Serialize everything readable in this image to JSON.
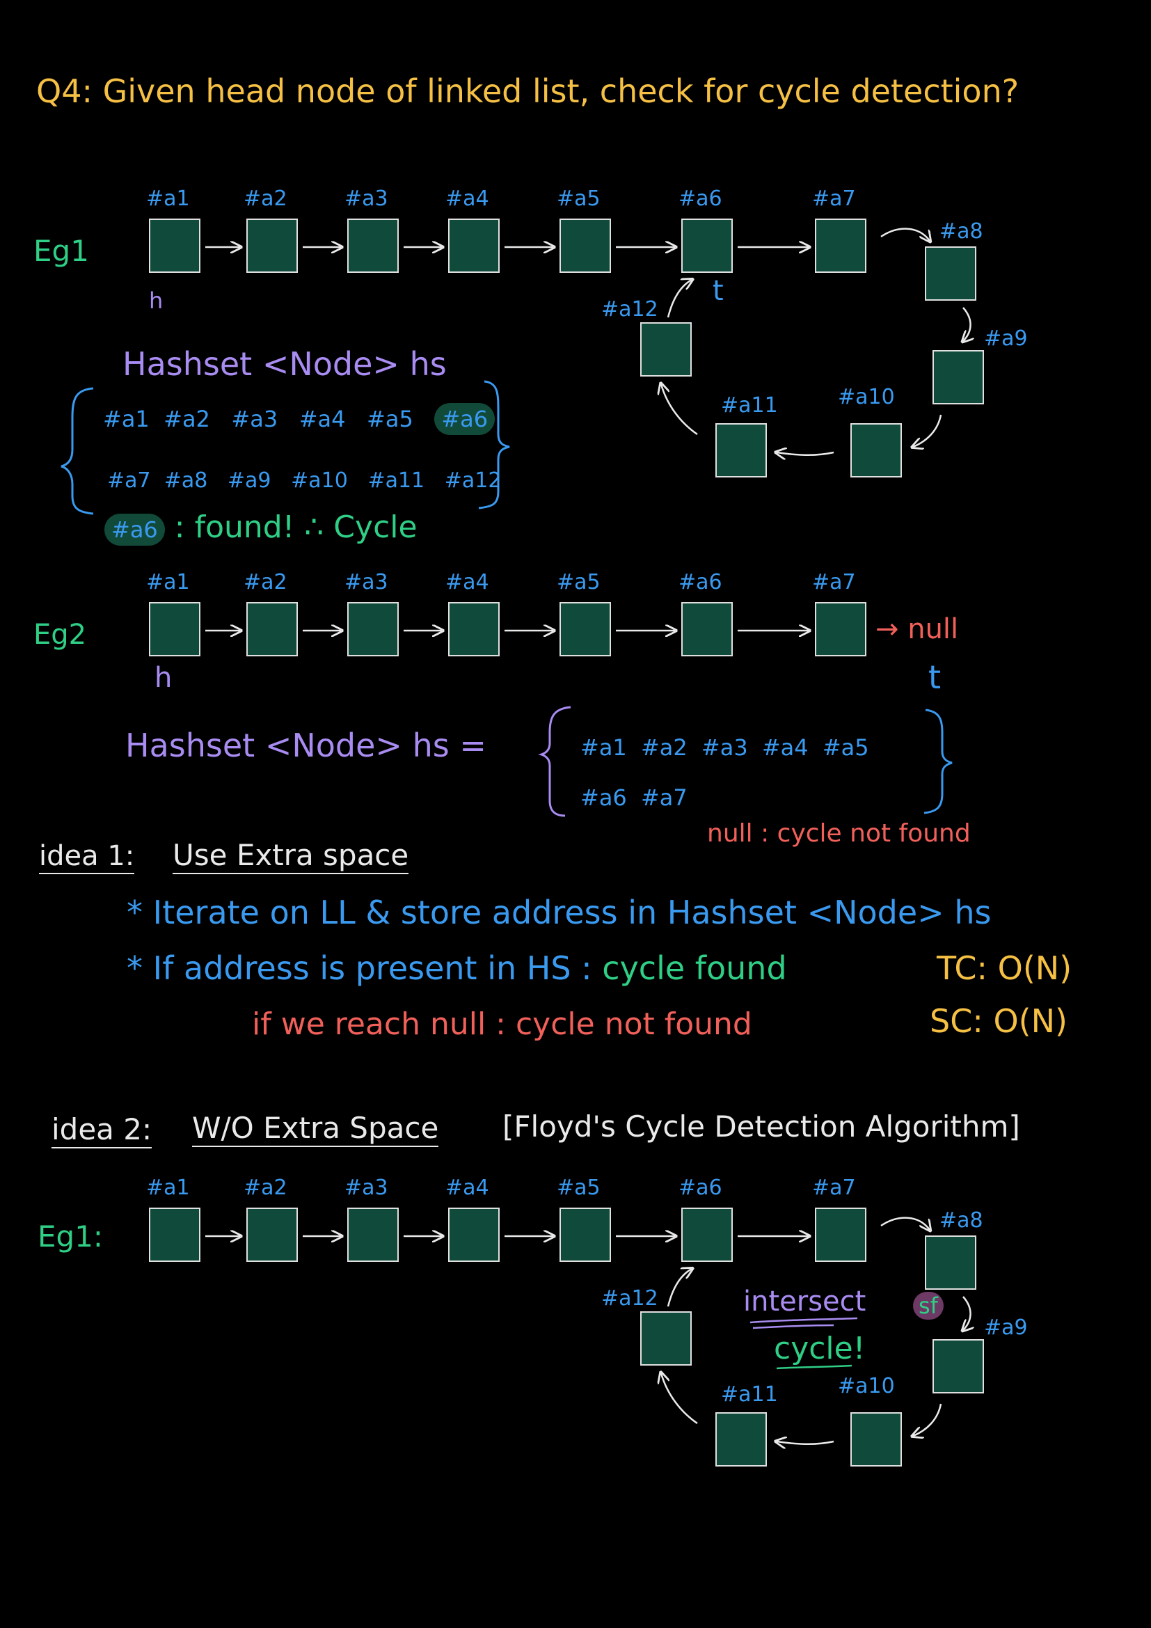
{
  "colors": {
    "node_fill": "#0f4a3a",
    "node_stroke": "#e0e0e0",
    "arrow": "#eaeaea",
    "label": "#3a9af0",
    "yellow": "#f5c044",
    "green": "#2fcf86",
    "purple": "#a98cf2",
    "red": "#f2605a",
    "highlight": "#124a3a"
  },
  "question": "Q4: Given head node of linked list, check for cycle detection?",
  "eg1": {
    "title": "Eg1",
    "nodes": [
      "#a1",
      "#a2",
      "#a3",
      "#a4",
      "#a5",
      "#a6",
      "#a7",
      "#a8",
      "#a9",
      "#a10",
      "#a11",
      "#a12"
    ],
    "head": "h",
    "tail": "t",
    "hashset_title": "Hashset <Node> hs",
    "set_row1": [
      "#a1",
      "#a2",
      "#a3",
      "#a4",
      "#a5"
    ],
    "set_row1_highlight": "#a6",
    "set_row2": [
      "#a7",
      "#a8",
      "#a9",
      "#a10",
      "#a11",
      "#a12"
    ],
    "found_node": "#a6",
    "found_text": ": found! ∴ Cycle"
  },
  "eg2": {
    "title": "Eg2",
    "nodes": [
      "#a1",
      "#a2",
      "#a3",
      "#a4",
      "#a5",
      "#a6",
      "#a7"
    ],
    "null_text": "→ null",
    "head": "h",
    "tail": "t",
    "hashset_title": "Hashset <Node> hs =",
    "set_row1": "#a1 #a2 #a3 #a4 #a5",
    "set_row2": "#a6 #a7",
    "not_found": "null : cycle not found"
  },
  "idea1": {
    "title": "idea 1:",
    "heading": "Use Extra space",
    "bullet1": "* Iterate on LL & store address in Hashset <Node> hs",
    "bullet2_a": "* If address is present in HS : ",
    "bullet2_b": "cycle found",
    "line3_a": "if we reach null : cycle not ",
    "line3_b": "found",
    "tc": "TC: O(N)",
    "sc": "SC: O(N)"
  },
  "idea2": {
    "title": "idea 2:",
    "heading": "W/O Extra Space",
    "bracket": "[Floyd's Cycle Detection Algorithm]",
    "eg_title": "Eg1:",
    "nodes": [
      "#a1",
      "#a2",
      "#a3",
      "#a4",
      "#a5",
      "#a6",
      "#a7",
      "#a8",
      "#a9",
      "#a10",
      "#a11",
      "#a12"
    ],
    "sf": "sf",
    "intersect": "intersect",
    "cycle": "cycle!"
  }
}
